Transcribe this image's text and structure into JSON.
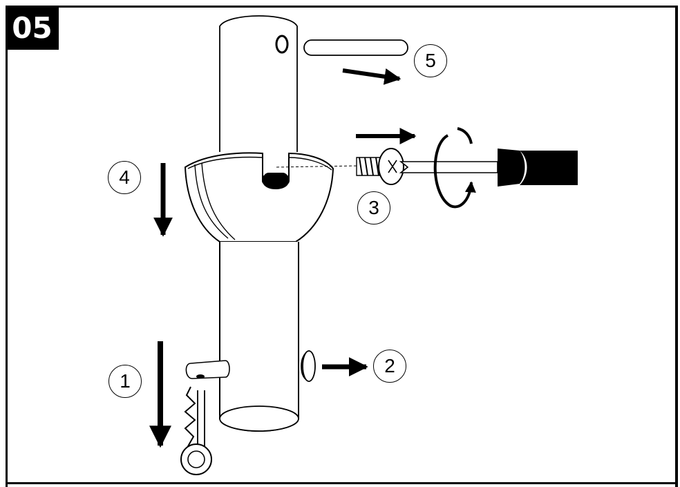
{
  "step_number": "05",
  "callouts": [
    {
      "key": "step-1",
      "label": "1"
    },
    {
      "key": "step-2",
      "label": "2"
    },
    {
      "key": "step-3",
      "label": "3"
    },
    {
      "key": "step-4",
      "label": "4"
    },
    {
      "key": "step-5",
      "label": "5"
    }
  ],
  "parts": [
    "upper-pole",
    "locking-pin",
    "collar-hub",
    "lower-pole",
    "push-button",
    "screw",
    "screwdriver",
    "spring-clip"
  ],
  "colors": {
    "ink": "#000000",
    "paper": "#ffffff"
  }
}
